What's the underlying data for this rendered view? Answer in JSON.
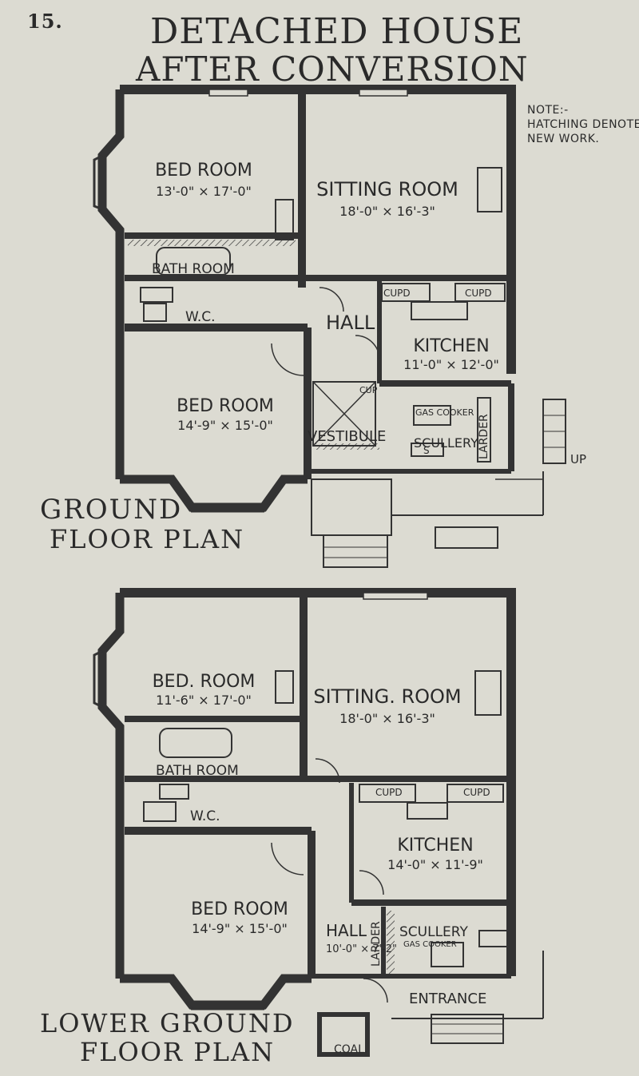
{
  "page": {
    "number": "15.",
    "title_line1": "DETACHED HOUSE",
    "title_line2": "AFTER CONVERSION",
    "note_line1": "NOTE:-",
    "note_line2": "HATCHING DENOTE",
    "note_line3": "NEW WORK."
  },
  "ground_floor": {
    "label_line1": "GROUND",
    "label_line2": "FLOOR PLAN",
    "rooms": {
      "bed_room_1": {
        "name": "BED ROOM",
        "size": "13'-0\" × 17'-0\""
      },
      "sitting_room": {
        "name": "SITTING ROOM",
        "size": "18'-0\" × 16'-3\""
      },
      "bath_room": {
        "name": "BATH ROOM"
      },
      "wc": {
        "name": "W.C."
      },
      "hall": {
        "name": "HALL"
      },
      "kitchen": {
        "name": "KITCHEN",
        "size": "11'-0\" × 12'-0\""
      },
      "bed_room_2": {
        "name": "BED ROOM",
        "size": "14'-9\" × 15'-0\""
      },
      "vestibule": {
        "name": "VESTIBULE"
      },
      "scullery": {
        "name": "SCULLERY"
      },
      "larder": {
        "name": "LARDER"
      },
      "gas_cooker": {
        "name": "GAS COOKER"
      },
      "cupd_left": {
        "name": "CUPD"
      },
      "cupd_right": {
        "name": "CUPD"
      },
      "cup_stair": {
        "name": "CUP"
      },
      "sink": {
        "name": "S"
      },
      "up": {
        "name": "UP"
      }
    }
  },
  "lower_floor": {
    "label_line1": "LOWER GROUND",
    "label_line2": "FLOOR PLAN",
    "rooms": {
      "bed_room_1": {
        "name": "BED. ROOM",
        "size": "11'-6\" × 17'-0\""
      },
      "sitting_room": {
        "name": "SITTING. ROOM",
        "size": "18'-0\" × 16'-3\""
      },
      "bath_room": {
        "name": "BATH ROOM"
      },
      "wc": {
        "name": "W.C."
      },
      "kitchen": {
        "name": "KITCHEN",
        "size": "14'-0\" × 11'-9\""
      },
      "bed_room_2": {
        "name": "BED ROOM",
        "size": "14'-9\" × 15'-0\""
      },
      "hall": {
        "name": "HALL",
        "size": "10'-0\" × 7'-2\""
      },
      "larder": {
        "name": "LARDER"
      },
      "scullery": {
        "name": "SCULLERY"
      },
      "gas_cooker": {
        "name": "GAS COOKER"
      },
      "cupd_left": {
        "name": "CUPD"
      },
      "cupd_right": {
        "name": "CUPD"
      },
      "entrance": {
        "name": "ENTRANCE"
      },
      "coal": {
        "name": "COAL."
      }
    }
  },
  "colors": {
    "paper": "#dcdbd2",
    "wall": "#333333",
    "ink": "#2a2a2a"
  }
}
